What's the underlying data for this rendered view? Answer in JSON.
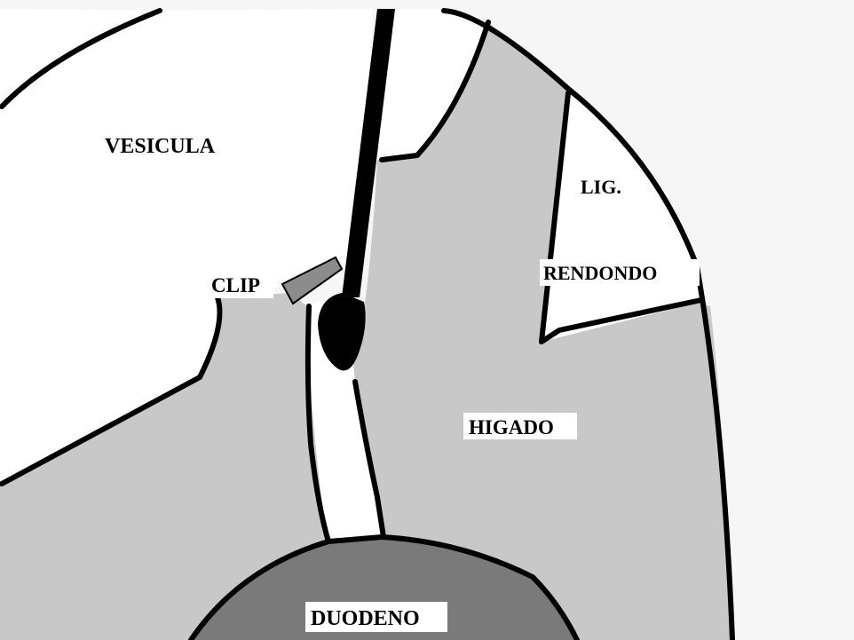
{
  "labels": {
    "vesicula": "VESICULA",
    "lig": "LIG.",
    "rendondo": "RENDONDO",
    "clip": "CLIP",
    "higado": "HIGADO",
    "duodeno": "DUODENO"
  },
  "colors": {
    "background": "#f6f6f6",
    "liver": "#c8c8c8",
    "duodenum": "#7a7a7a",
    "white_regions": "#ffffff",
    "outline": "#000000",
    "clip": "#8c8c8c"
  }
}
